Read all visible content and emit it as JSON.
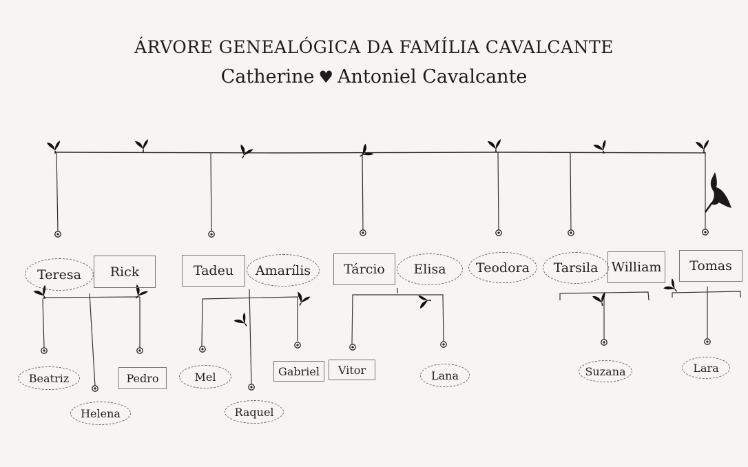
{
  "header": {
    "title": "ÁRVORE GENEALÓGICA DA FAMÍLIA CAVALCANTE",
    "couple_left": "Catherine",
    "couple_heart": "♥",
    "couple_right": "Antoniel Cavalcante"
  },
  "generation2": [
    {
      "name": "Teresa",
      "shape": "oval"
    },
    {
      "name": "Rick",
      "shape": "rect"
    },
    {
      "name": "Tadeu",
      "shape": "rect"
    },
    {
      "name": "Amarílis",
      "shape": "oval"
    },
    {
      "name": "Tárcio",
      "shape": "rect"
    },
    {
      "name": "Elisa",
      "shape": "oval"
    },
    {
      "name": "Teodora",
      "shape": "oval"
    },
    {
      "name": "Tarsila",
      "shape": "oval"
    },
    {
      "name": "William",
      "shape": "rect"
    },
    {
      "name": "Tomas",
      "shape": "rect"
    }
  ],
  "generation3": [
    {
      "name": "Beatriz",
      "shape": "oval"
    },
    {
      "name": "Helena",
      "shape": "oval"
    },
    {
      "name": "Pedro",
      "shape": "rect"
    },
    {
      "name": "Mel",
      "shape": "oval"
    },
    {
      "name": "Raquel",
      "shape": "oval"
    },
    {
      "name": "Gabriel",
      "shape": "rect"
    },
    {
      "name": "Vitor",
      "shape": "rect"
    },
    {
      "name": "Lana",
      "shape": "oval"
    },
    {
      "name": "Suzana",
      "shape": "oval"
    },
    {
      "name": "Lara",
      "shape": "oval"
    }
  ],
  "colors": {
    "ink": "#1c1c1c",
    "paper": "#f6f5f2",
    "border": "#777777"
  },
  "icons": [
    "leaf-sprig-icon",
    "bird-icon",
    "heart-icon"
  ]
}
